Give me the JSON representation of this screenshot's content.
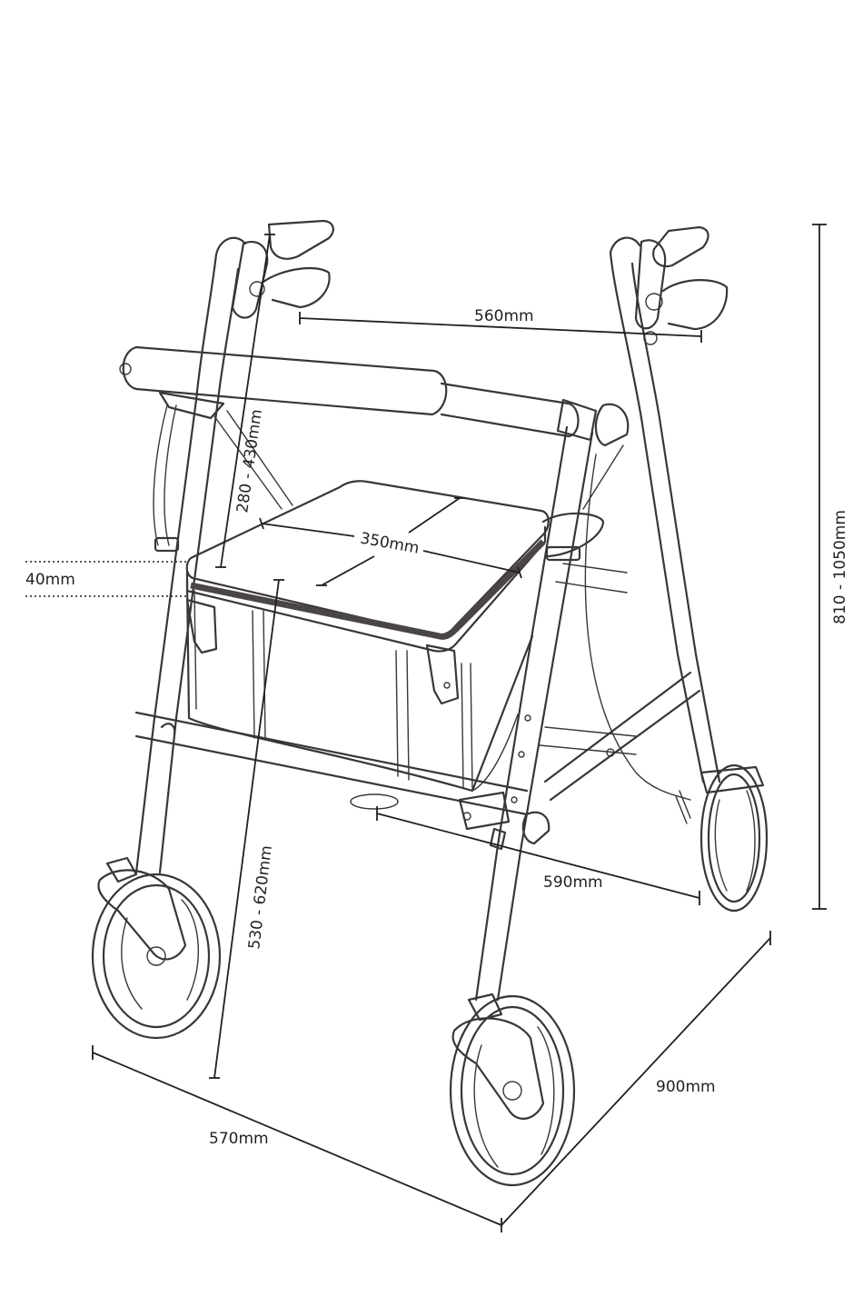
{
  "diagram": {
    "dimensions": {
      "handle_width": "560mm",
      "total_height": "810 - 1050mm",
      "handle_to_seat": "280 - 430mm",
      "seat_width": "350mm",
      "seat_thickness": "40mm",
      "seat_height": "530 - 620mm",
      "rear_width": "590mm",
      "overall_width": "570mm",
      "overall_depth": "900mm"
    },
    "colors": {
      "line": "#3a3637",
      "text": "#231f20",
      "background": "#ffffff"
    }
  }
}
